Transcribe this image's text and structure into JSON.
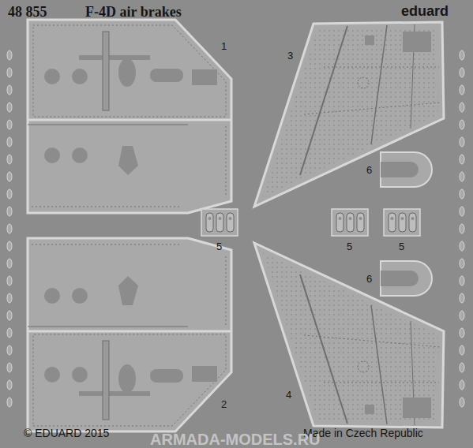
{
  "diagram": {
    "title": "F-4D air brakes",
    "labels": [
      "48 855",
      "eduard",
      "1",
      "3",
      "6",
      "5",
      "5",
      "5",
      "6",
      "2",
      "4",
      "© EDUARD 2015",
      "Made in Czech Republic",
      "ARMADA-MODELS.RU"
    ]
  }
}
